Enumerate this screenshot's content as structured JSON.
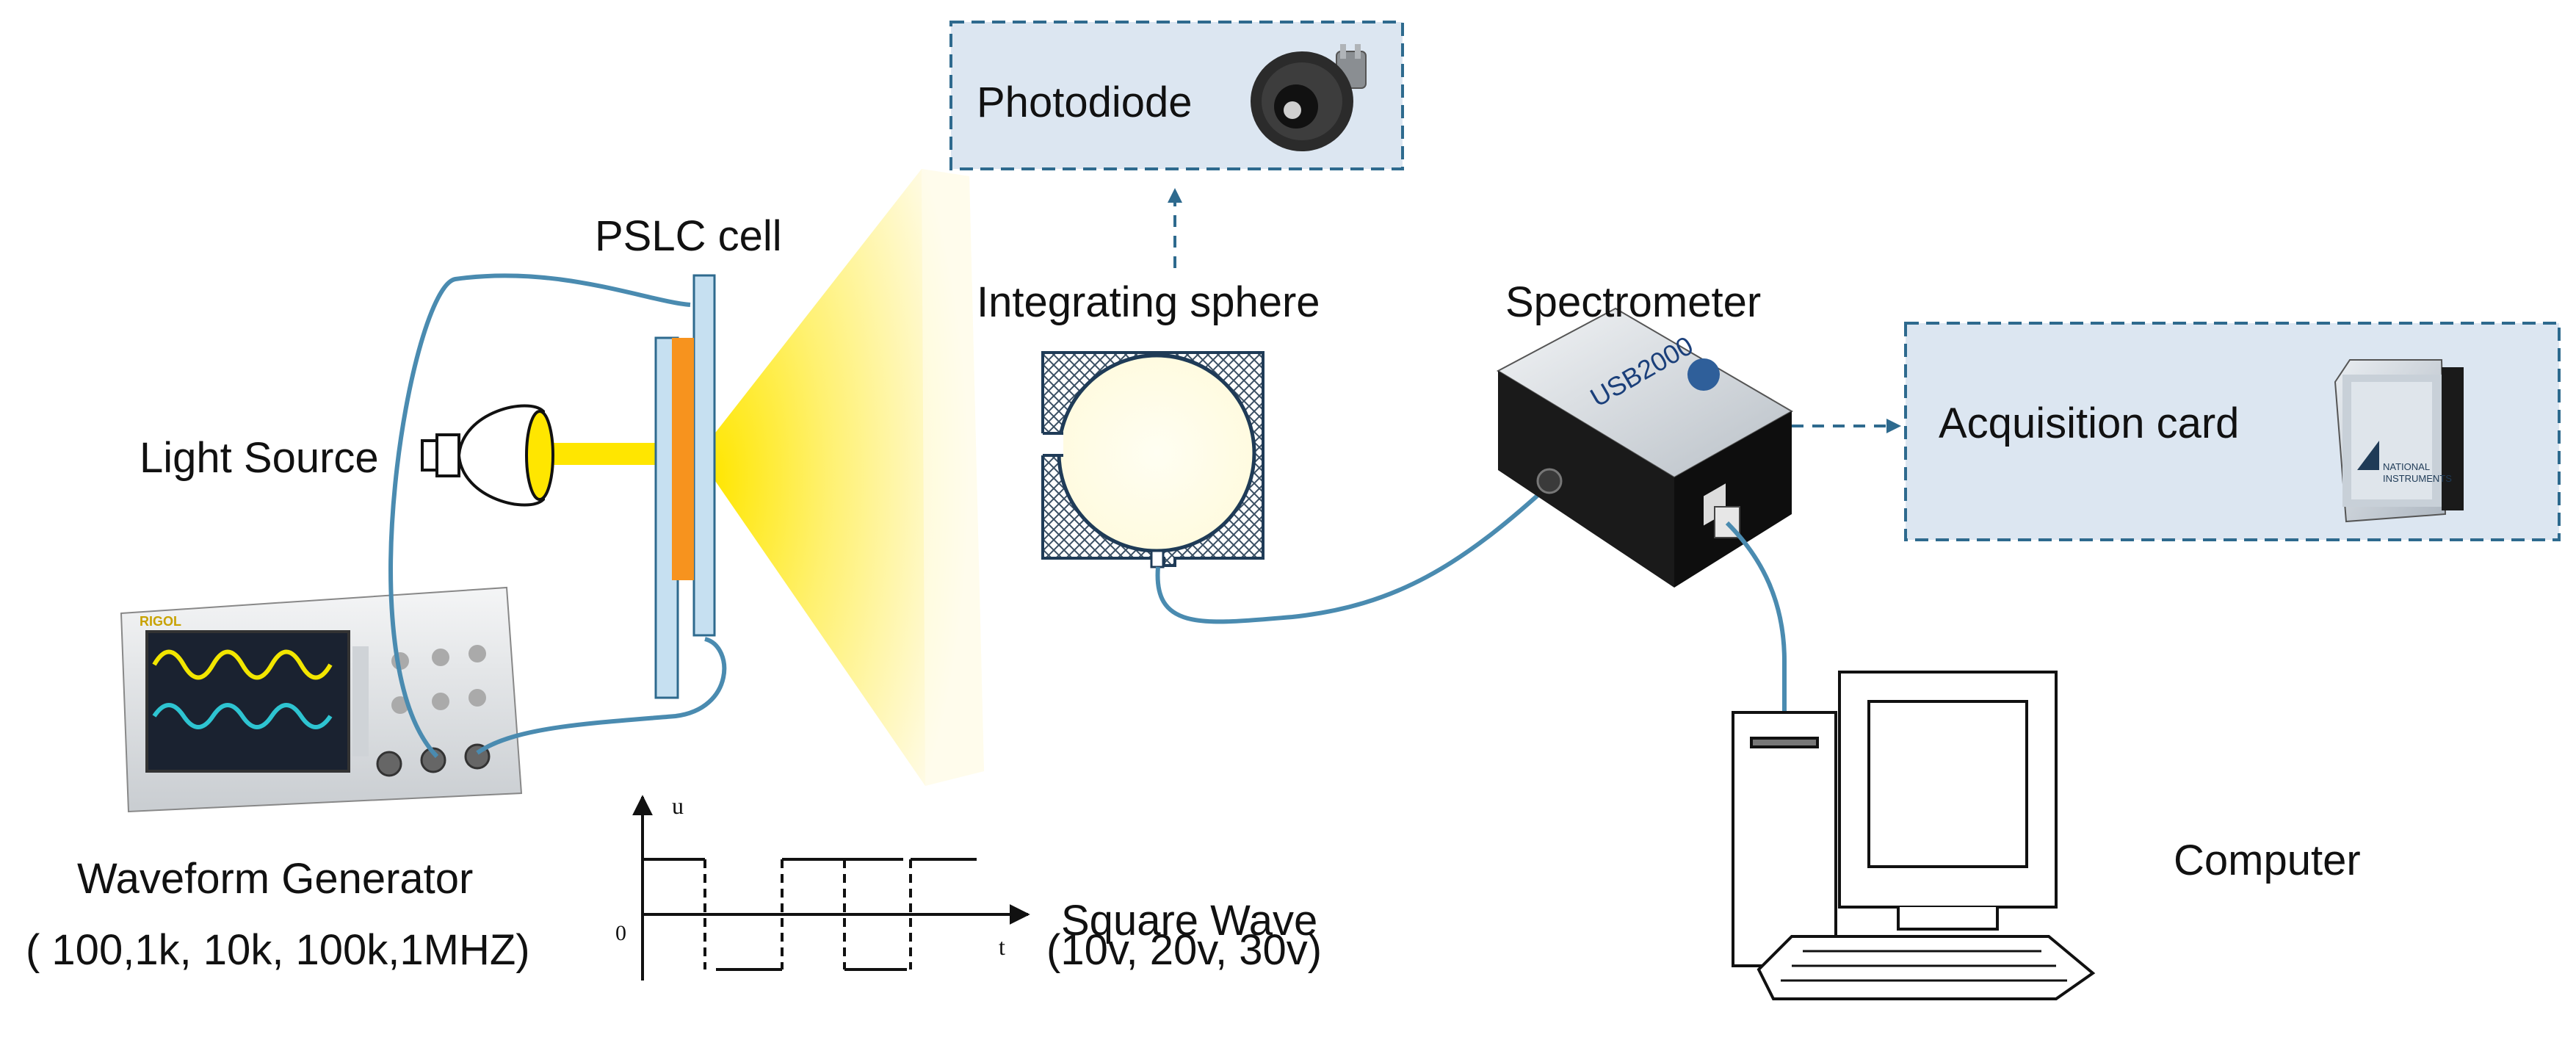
{
  "labels": {
    "photodiode": "Photodiode",
    "pslc_cell": "PSLC cell",
    "integrating_sphere": "Integrating sphere",
    "spectrometer": "Spectrometer",
    "light_source": "Light Source",
    "acquisition_card": "Acquisition card",
    "waveform_generator": "Waveform Generator",
    "frequencies": "( 100,1k, 10k, 100k,1MHZ)",
    "square_wave": "Square Wave",
    "voltages": "(10v, 20v, 30v)",
    "computer": "Computer"
  },
  "wave_axes": {
    "u": "u",
    "t": "t",
    "zero": "0"
  },
  "device_text": {
    "generator_brand": "RIGOL",
    "spectrometer_model": "USB2000",
    "card_brand_1": "NATIONAL",
    "card_brand_2": "INSTRUMENTS"
  },
  "colors": {
    "box_fill": "#dce6f1",
    "box_border": "#2e6a8e",
    "cable": "#4a8bb0",
    "light": "#ffe600",
    "pslc_glass": "#c6e0f1",
    "pslc_film": "#f7931e"
  }
}
